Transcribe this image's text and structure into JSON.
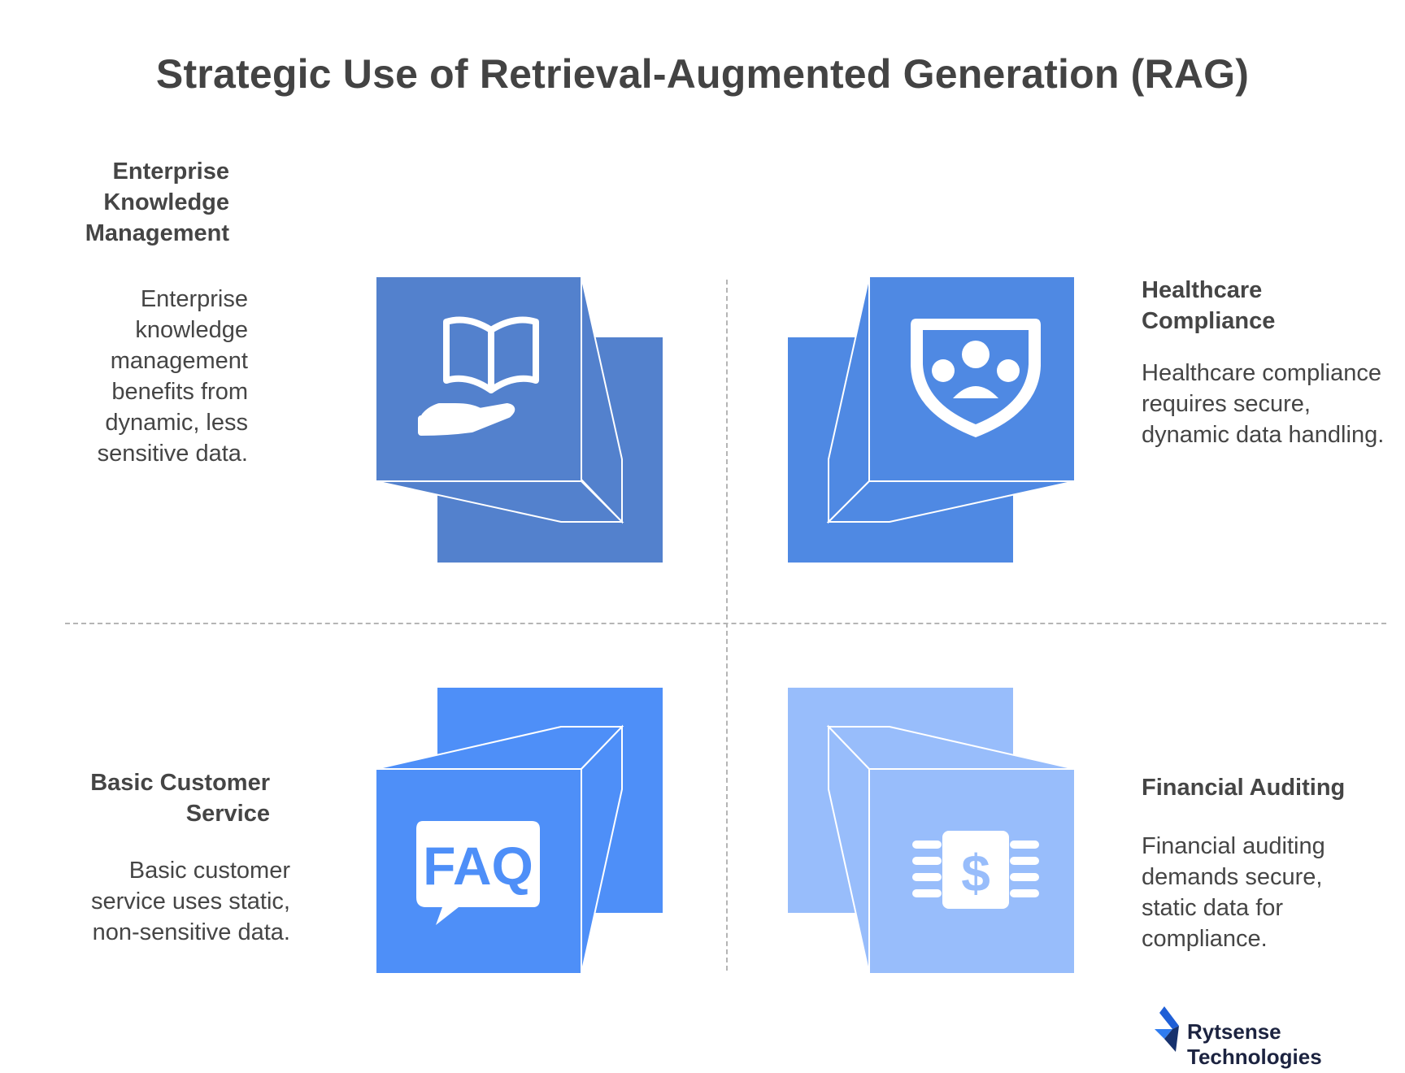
{
  "title": "Strategic Use of Retrieval-Augmented Generation (RAG)",
  "quadrants": {
    "top_left": {
      "heading": "Enterprise Knowledge Management",
      "description": "Enterprise knowledge management benefits from dynamic, less sensitive data.",
      "icon": "book-hand-icon",
      "color": "#5381cd"
    },
    "top_right": {
      "heading": "Healthcare Compliance",
      "description": "Healthcare compliance requires secure, dynamic data handling.",
      "icon": "shield-people-icon",
      "color": "#4f89e3"
    },
    "bottom_left": {
      "heading": "Basic Customer Service",
      "description": "Basic customer service uses static, non-sensitive data.",
      "icon": "faq-bubble-icon",
      "color": "#4e8ff8"
    },
    "bottom_right": {
      "heading": "Financial Auditing",
      "description": "Financial auditing demands secure, static data for compliance.",
      "icon": "dollar-chip-icon",
      "color": "#98bdfb"
    }
  },
  "icon_text": {
    "faq": "FAQ",
    "dollar": "$"
  },
  "brand": {
    "name": "Rytsense Technologies",
    "logo_color": "#1f5fd6"
  }
}
